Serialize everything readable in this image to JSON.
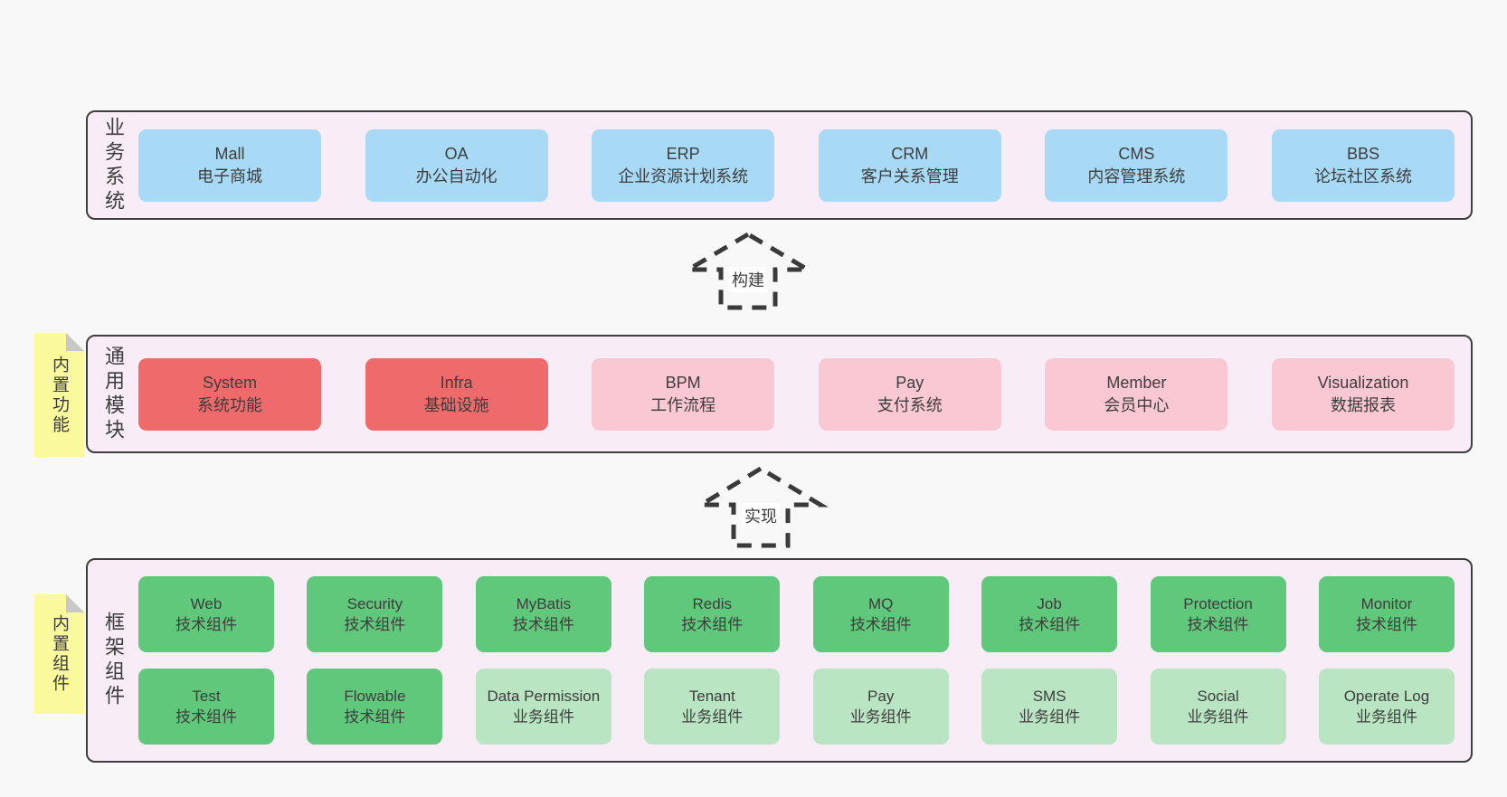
{
  "colors": {
    "page_background": "#f8f8f8",
    "container_fill": "#f8edf6",
    "container_border": "#3f3f3f",
    "blue": "#a9daf5",
    "red": "#ef6b6b",
    "pink": "#fac8d3",
    "green": "#60c87a",
    "light_green": "#b9e5c2",
    "sticky": "#fbfa9d",
    "sticky_fold": "#c8c8c8",
    "text": "#3d3d3d"
  },
  "arrows": [
    {
      "label": "构建"
    },
    {
      "label": "实现"
    }
  ],
  "layers": {
    "business": {
      "side_label": "业务系统",
      "boxes": [
        {
          "en": "Mall",
          "zh": "电子商城",
          "variant": "blue"
        },
        {
          "en": "OA",
          "zh": "办公自动化",
          "variant": "blue"
        },
        {
          "en": "ERP",
          "zh": "企业资源计划系统",
          "variant": "blue"
        },
        {
          "en": "CRM",
          "zh": "客户关系管理",
          "variant": "blue"
        },
        {
          "en": "CMS",
          "zh": "内容管理系统",
          "variant": "blue"
        },
        {
          "en": "BBS",
          "zh": "论坛社区系统",
          "variant": "blue"
        }
      ]
    },
    "common": {
      "side_label": "通用模块",
      "sticky_label": "内置功能",
      "boxes": [
        {
          "en": "System",
          "zh": "系统功能",
          "variant": "red"
        },
        {
          "en": "Infra",
          "zh": "基础设施",
          "variant": "red"
        },
        {
          "en": "BPM",
          "zh": "工作流程",
          "variant": "pink"
        },
        {
          "en": "Pay",
          "zh": "支付系统",
          "variant": "pink"
        },
        {
          "en": "Member",
          "zh": "会员中心",
          "variant": "pink"
        },
        {
          "en": "Visualization",
          "zh": "数据报表",
          "variant": "pink"
        }
      ]
    },
    "framework": {
      "side_label": "框架组件",
      "sticky_label": "内置组件",
      "row1": [
        {
          "en": "Web",
          "zh": "技术组件",
          "variant": "green"
        },
        {
          "en": "Security",
          "zh": "技术组件",
          "variant": "green"
        },
        {
          "en": "MyBatis",
          "zh": "技术组件",
          "variant": "green"
        },
        {
          "en": "Redis",
          "zh": "技术组件",
          "variant": "green"
        },
        {
          "en": "MQ",
          "zh": "技术组件",
          "variant": "green"
        },
        {
          "en": "Job",
          "zh": "技术组件",
          "variant": "green"
        },
        {
          "en": "Protection",
          "zh": "技术组件",
          "variant": "green"
        },
        {
          "en": "Monitor",
          "zh": "技术组件",
          "variant": "green"
        }
      ],
      "row2": [
        {
          "en": "Test",
          "zh": "技术组件",
          "variant": "green"
        },
        {
          "en": "Flowable",
          "zh": "技术组件",
          "variant": "green"
        },
        {
          "en": "Data Permission",
          "zh": "业务组件",
          "variant": "light_green"
        },
        {
          "en": "Tenant",
          "zh": "业务组件",
          "variant": "light_green"
        },
        {
          "en": "Pay",
          "zh": "业务组件",
          "variant": "light_green"
        },
        {
          "en": "SMS",
          "zh": "业务组件",
          "variant": "light_green"
        },
        {
          "en": "Social",
          "zh": "业务组件",
          "variant": "light_green"
        },
        {
          "en": "Operate Log",
          "zh": "业务组件",
          "variant": "light_green"
        }
      ]
    }
  }
}
